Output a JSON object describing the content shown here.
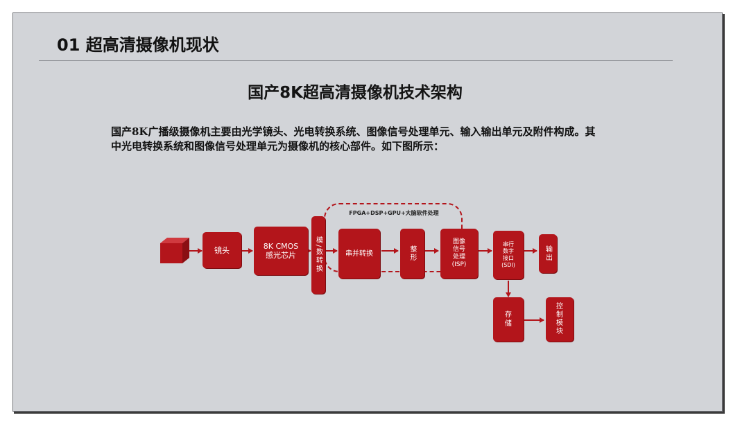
{
  "section_title": "01 超高清摄像机现状",
  "main_title": "国产8K超高清摄像机技术架构",
  "description": "国产8K广播级摄像机主要由光学镜头、光电转换系统、图像信号处理单元、输入输出单元及附件构成。其中光电转换系统和图像信号处理单元为摄像机的核心部件。如下图所示：",
  "diagram": {
    "group_label": "FPGA+DSP+GPU+大脑软件处理",
    "blocks": {
      "lens": "镜头",
      "sensor": "8K CMOS\n感光芯片",
      "adc": "模/数转换",
      "serial_parallel": "串并转换",
      "shaping": "整形",
      "isp": "图像\n信号\n处理\n(ISP)",
      "sdi": "串行\n数字\n接口\n(SDI)",
      "output": "输出",
      "storage": "存\n储",
      "control": "控\n制\n模\n块"
    },
    "colors": {
      "block": "#b3151b",
      "arrow": "#b3151b"
    }
  }
}
